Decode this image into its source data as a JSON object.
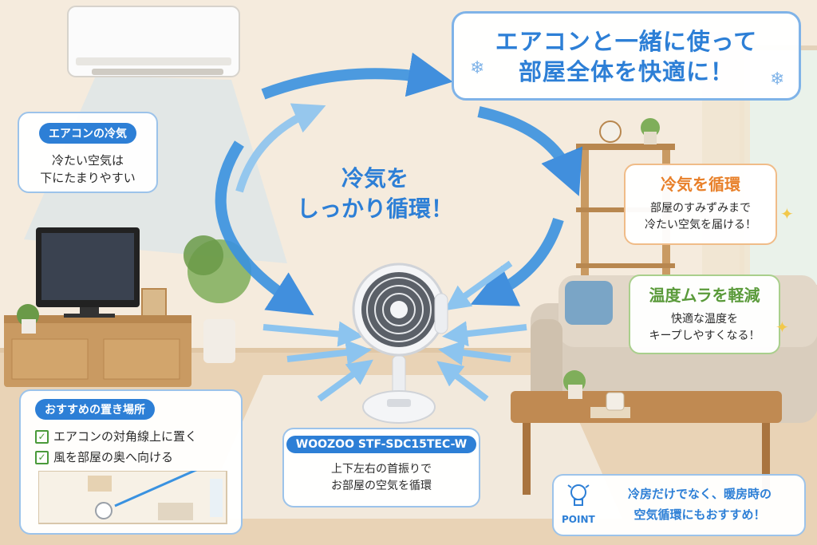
{
  "headline": {
    "line1": "エアコンと一緒に使って",
    "line2": "部屋全体を快適に！"
  },
  "aircon_card": {
    "tag": "エアコンの冷気",
    "line1": "冷たい空気は",
    "line2": "下にたまりやすい"
  },
  "center_text": {
    "line1": "冷気を",
    "line2": "しっかり循環！"
  },
  "circulate_card": {
    "title": "冷気を循環",
    "line1": "部屋のすみずみまで",
    "line2": "冷たい空気を届ける！"
  },
  "temp_card": {
    "title": "温度ムラを軽減",
    "line1": "快適な温度を",
    "line2": "キープしやすくなる！"
  },
  "placement_card": {
    "tag": "おすすめの置き場所",
    "item1": "エアコンの対角線上に置く",
    "item2": "風を部屋の奥へ向ける"
  },
  "product_card": {
    "model": "WOOZOO STF-SDC15TEC-W",
    "line1": "上下左右の首振りで",
    "line2": "お部屋の空気を循環"
  },
  "point_card": {
    "badge": "POINT",
    "line1": "冷房だけでなく、暖房時の",
    "line2": "空気循環にもおすすめ！"
  },
  "icons": [
    "snowflake-icon",
    "checkbox-icon",
    "lightbulb-icon",
    "sparkle-icon",
    "fan-icon"
  ],
  "colors": {
    "accent_blue": "#2d7fd6",
    "orange": "#e8802a",
    "green": "#5a9a3a",
    "check_green": "#4a9a3a"
  }
}
